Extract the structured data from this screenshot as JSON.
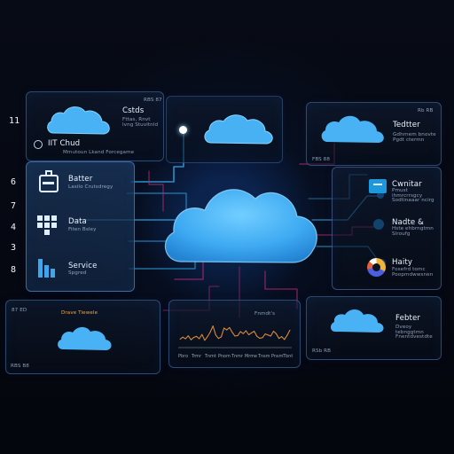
{
  "left_numbers": [
    "11",
    "6",
    "7",
    "4",
    "3",
    "8"
  ],
  "top_left_card": {
    "title": "Cstds",
    "subtitle": "Fttas, Rnvt lvng Stuvitnld",
    "cloud_label": "IIT Chud",
    "description": "Mmutoun Lkand Forcegame",
    "corner_text": "RBS 87"
  },
  "top_right_card": {
    "title": "Tedtter",
    "subtitle": "Gdhrnem bnovte Pgdt ctermn",
    "footer": "FBS 88",
    "corner_text": "Rb RB"
  },
  "left_panel": {
    "items": [
      {
        "label": "Batter",
        "detail": "Lasilo Crutsdregy"
      },
      {
        "label": "Data",
        "detail": "Fiten Bsley"
      },
      {
        "label": "Service",
        "detail": "Spgred"
      }
    ]
  },
  "right_items": [
    {
      "label": "Cwnitar",
      "detail": "Pmust ihmrcrrsgcy Sodtinaaar ncirg"
    },
    {
      "label": "Nadte &",
      "detail": "Hste ehbrngtmn Slroufg"
    },
    {
      "label": "Haity",
      "detail": "Fosefrd tomc Poopmdwwsnen"
    }
  ],
  "bottom_left_card": {
    "code": "87 ED",
    "label": "Drave Tiewele",
    "footer": "RBS B8"
  },
  "chart_card": {
    "title": "Fnmdt's",
    "chart_data": {
      "type": "line",
      "x": [
        "Pbro",
        "Trmr",
        "Tnmt",
        "Pnom",
        "Tnmr",
        "Mrme",
        "Tnsm",
        "Pnsm",
        "Tbnt"
      ],
      "series": [
        {
          "values": [
            28,
            36,
            30,
            41,
            26,
            35,
            39,
            30,
            46,
            24,
            38,
            55,
            78,
            44,
            31,
            37,
            70,
            63,
            72,
            54,
            40,
            42,
            57,
            49,
            60,
            45,
            52,
            58,
            39,
            32,
            34,
            48,
            44,
            40,
            58,
            49,
            31,
            38,
            27,
            43,
            63
          ]
        }
      ],
      "ylim": [
        0,
        100
      ],
      "grid": false
    }
  },
  "bottom_right_card": {
    "title": "Febter",
    "subtitle": "Dveoy tebnggtmn Fnentdvestdte",
    "footer": "RSb RB"
  }
}
